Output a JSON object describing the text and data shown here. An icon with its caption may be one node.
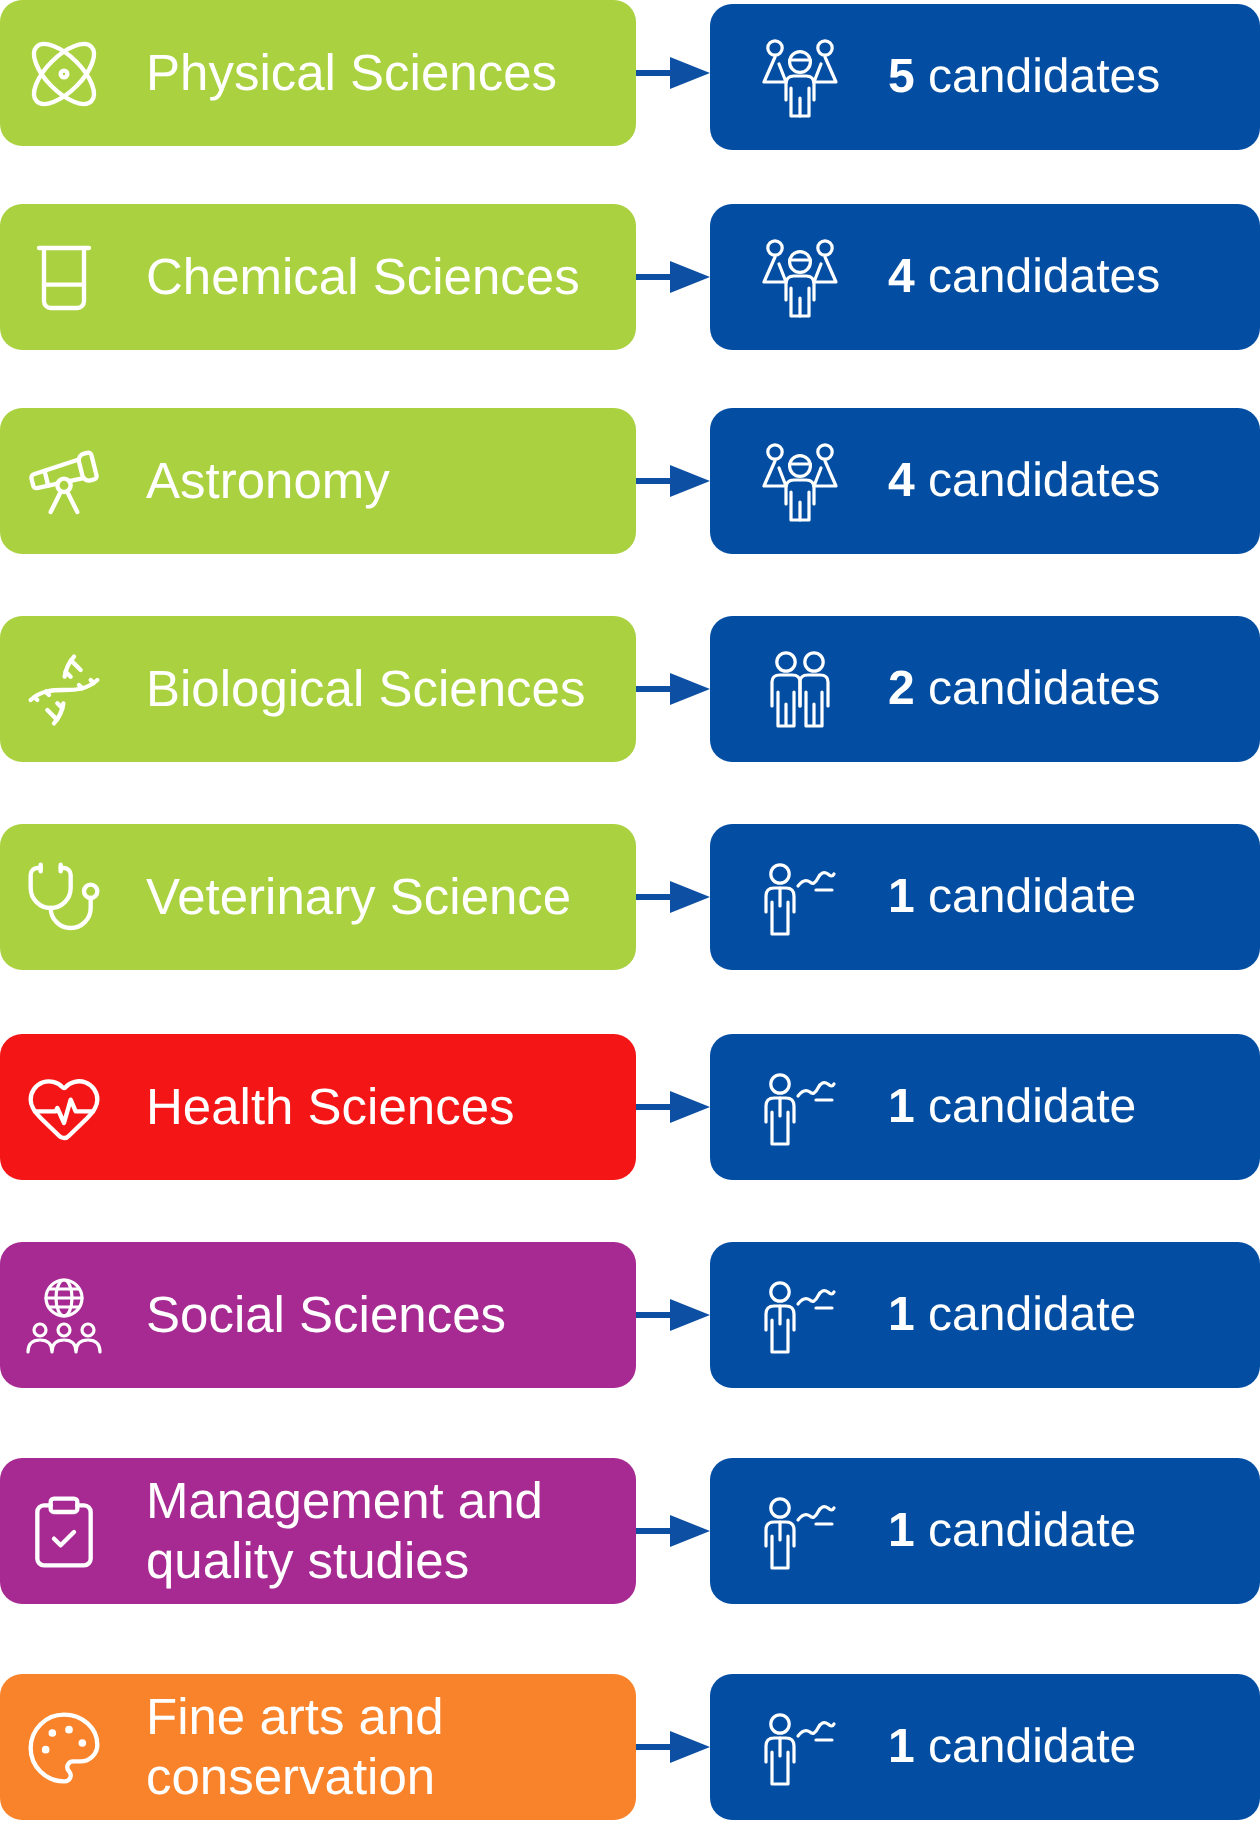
{
  "diagram": {
    "nodes": [
      {
        "text": [
          "Physical Sciences"
        ]
      },
      {
        "text": [
          "**5** candidates"
        ]
      },
      {
        "text": [
          "Chemical Sciences"
        ]
      },
      {
        "text": [
          "**4** candidates"
        ]
      },
      {
        "text": [
          "Astronomy"
        ]
      },
      {
        "text": [
          "**4** candidates"
        ]
      },
      {
        "text": [
          "Biological Sciences"
        ]
      },
      {
        "text": [
          "**2** candidates"
        ]
      },
      {
        "text": [
          "Veterinary Science"
        ]
      },
      {
        "text": [
          "**1** candidate"
        ]
      },
      {
        "text": [
          "Health Sciences"
        ]
      },
      {
        "text": [
          "**1** candidate"
        ]
      },
      {
        "text": [
          "Social Sciences"
        ]
      },
      {
        "text": [
          "**1** candidate"
        ]
      },
      {
        "text": [
          "Management and quality studies"
        ]
      },
      {
        "text": [
          "**1** candidate"
        ]
      },
      {
        "text": [
          "Fine arts and conservation"
        ]
      },
      {
        "text": [
          "**1** candidate"
        ]
      }
    ],
    "edges": [
      {
        "from": 0,
        "to": 1,
        "arrow": "to"
      },
      {
        "from": 2,
        "to": 3,
        "arrow": "to"
      },
      {
        "from": 4,
        "to": 5,
        "arrow": "to"
      },
      {
        "from": 6,
        "to": 7,
        "arrow": "to"
      },
      {
        "from": 8,
        "to": 9,
        "arrow": "to"
      },
      {
        "from": 10,
        "to": 11,
        "arrow": "to"
      },
      {
        "from": 12,
        "to": 13,
        "arrow": "to"
      },
      {
        "from": 14,
        "to": 15,
        "arrow": "to"
      },
      {
        "from": 16,
        "to": 17,
        "arrow": "to"
      }
    ]
  }
}
